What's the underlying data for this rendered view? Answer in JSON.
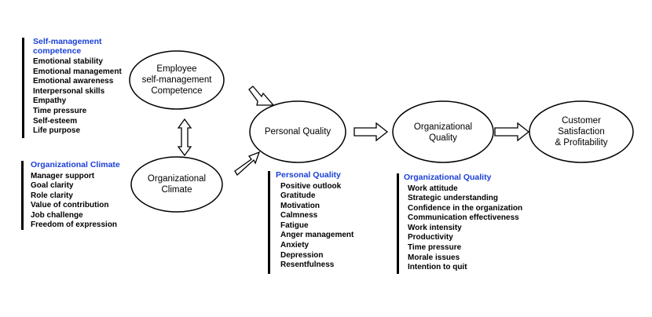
{
  "nodes": {
    "employee": "Employee\nself-management\nCompetence",
    "climate": "Organizational\nClimate",
    "personal": "Personal Quality",
    "organizational": "Organizational\nQuality",
    "customer": "Customer\nSatisfaction\n& Profitability"
  },
  "panels": {
    "self_management": {
      "title": "Self-management\ncompetence",
      "items": [
        "Emotional stability",
        "Emotional management",
        "Emotional awareness",
        "Interpersonal skills",
        "Empathy",
        "Time pressure",
        "Self-esteem",
        "Life purpose"
      ]
    },
    "org_climate": {
      "title": "Organizational Climate",
      "items": [
        "Manager support",
        "Goal clarity",
        "Role clarity",
        "Value of contribution",
        "Job challenge",
        "Freedom of expression"
      ]
    },
    "personal_quality": {
      "title": "Personal Quality",
      "items": [
        "Positive outlook",
        "Gratitude",
        "Motivation",
        "Calmness",
        "Fatigue",
        "Anger management",
        "Anxiety",
        "Depression",
        "Resentfulness"
      ]
    },
    "org_quality": {
      "title": "Organizational Quality",
      "items": [
        "Work attitude",
        "Strategic understanding",
        "Confidence in the organization",
        "Communication effectiveness",
        "Work intensity",
        "Productivity",
        "Time pressure",
        "Morale issues",
        "Intention to quit"
      ]
    }
  },
  "colors": {
    "panel_title": "#1a3fd6",
    "stroke": "#000000"
  }
}
